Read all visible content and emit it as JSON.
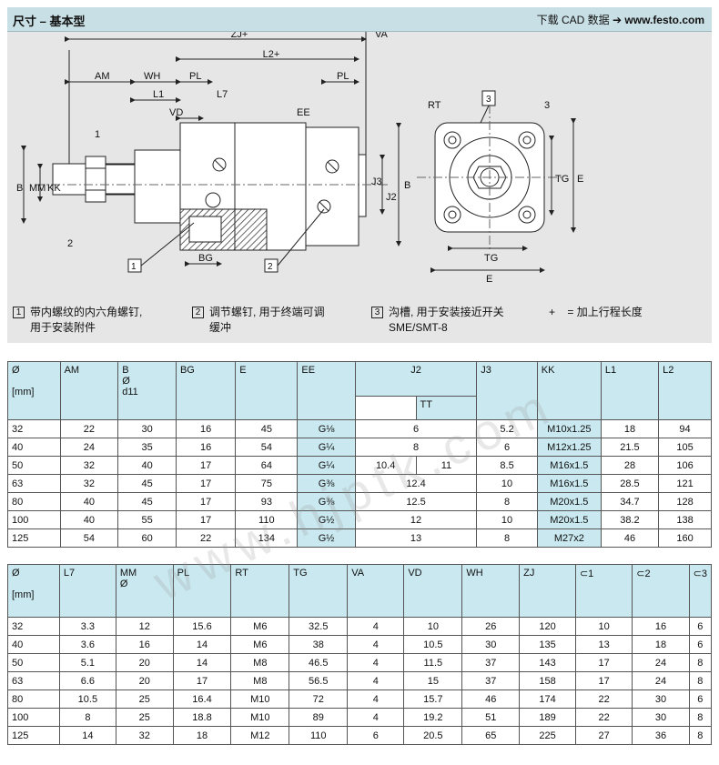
{
  "header": {
    "title": "尺寸 – 基本型",
    "cad_text": "下载 CAD 数据",
    "cad_arrow": "➔",
    "cad_url": "www.festo.com"
  },
  "drawing": {
    "dims": {
      "zj": "ZJ+",
      "va": "VA",
      "l2": "L2+",
      "am": "AM",
      "wh": "WH",
      "pl_left": "PL",
      "pl_right": "PL",
      "l1": "L1",
      "l7": "L7",
      "vd": "VD",
      "ee": "EE",
      "b_left": "B",
      "mm": "MM",
      "kk": "KK",
      "j3": "J3",
      "j2": "J2",
      "b_right": "B",
      "bg": "BG",
      "wrench1": "1",
      "wrench2": "2",
      "rt": "RT",
      "slot": "3",
      "wrench3": "3",
      "tg_right": "TG",
      "e_right": "E",
      "tg_bottom": "TG",
      "e_bottom": "E",
      "callout1": "1",
      "callout2": "2"
    }
  },
  "legend": [
    {
      "num": "1",
      "line1": "带内螺纹的内六角螺钉,",
      "line2": "用于安装附件"
    },
    {
      "num": "2",
      "line1": "调节螺钉, 用于终端可调",
      "line2": "缓冲"
    },
    {
      "num": "3",
      "line1": "沟槽, 用于安装接近开关",
      "line2": "SME/SMT-8"
    }
  ],
  "legend_plus": {
    "sign": "+",
    "text": "= 加上行程长度"
  },
  "table1": {
    "headers": {
      "dia": "Ø",
      "unit": "[mm]",
      "am": "AM",
      "b": "B",
      "b_sub1": "Ø",
      "b_sub2": "d11",
      "bg": "BG",
      "e": "E",
      "ee": "EE",
      "j2": "J2",
      "tt": "TT",
      "j3": "J3",
      "kk": "KK",
      "l1": "L1",
      "l2": "L2"
    },
    "rows": [
      {
        "dia": "32",
        "am": "22",
        "b": "30",
        "bg": "16",
        "e": "45",
        "ee": "G⅛",
        "j2a": "6",
        "j2b": "",
        "j3": "5.2",
        "kk": "M10x1.25",
        "l1": "18",
        "l2": "94"
      },
      {
        "dia": "40",
        "am": "24",
        "b": "35",
        "bg": "16",
        "e": "54",
        "ee": "G¼",
        "j2a": "8",
        "j2b": "",
        "j3": "6",
        "kk": "M12x1.25",
        "l1": "21.5",
        "l2": "105"
      },
      {
        "dia": "50",
        "am": "32",
        "b": "40",
        "bg": "17",
        "e": "64",
        "ee": "G¼",
        "j2a": "10.4",
        "j2b": "11",
        "j3": "8.5",
        "kk": "M16x1.5",
        "l1": "28",
        "l2": "106"
      },
      {
        "dia": "63",
        "am": "32",
        "b": "45",
        "bg": "17",
        "e": "75",
        "ee": "G⅜",
        "j2a": "12.4",
        "j2b": "",
        "j3": "10",
        "kk": "M16x1.5",
        "l1": "28.5",
        "l2": "121"
      },
      {
        "dia": "80",
        "am": "40",
        "b": "45",
        "bg": "17",
        "e": "93",
        "ee": "G⅜",
        "j2a": "12.5",
        "j2b": "",
        "j3": "8",
        "kk": "M20x1.5",
        "l1": "34.7",
        "l2": "128"
      },
      {
        "dia": "100",
        "am": "40",
        "b": "55",
        "bg": "17",
        "e": "110",
        "ee": "G½",
        "j2a": "12",
        "j2b": "",
        "j3": "10",
        "kk": "M20x1.5",
        "l1": "38.2",
        "l2": "138"
      },
      {
        "dia": "125",
        "am": "54",
        "b": "60",
        "bg": "22",
        "e": "134",
        "ee": "G½",
        "j2a": "13",
        "j2b": "",
        "j3": "8",
        "kk": "M27x2",
        "l1": "46",
        "l2": "160"
      }
    ]
  },
  "table2": {
    "headers": {
      "dia": "Ø",
      "unit": "[mm]",
      "l7": "L7",
      "mm": "MM",
      "mm_sub": "Ø",
      "pl": "PL",
      "rt": "RT",
      "tg": "TG",
      "va": "VA",
      "vd": "VD",
      "wh": "WH",
      "zj": "ZJ",
      "w1": "⊂1",
      "w2": "⊂2",
      "w3": "⊂3"
    },
    "rows": [
      {
        "dia": "32",
        "l7": "3.3",
        "mm": "12",
        "pl": "15.6",
        "rt": "M6",
        "tg": "32.5",
        "va": "4",
        "vd": "10",
        "wh": "26",
        "zj": "120",
        "w1": "10",
        "w2": "16",
        "w3": "6"
      },
      {
        "dia": "40",
        "l7": "3.6",
        "mm": "16",
        "pl": "14",
        "rt": "M6",
        "tg": "38",
        "va": "4",
        "vd": "10.5",
        "wh": "30",
        "zj": "135",
        "w1": "13",
        "w2": "18",
        "w3": "6"
      },
      {
        "dia": "50",
        "l7": "5.1",
        "mm": "20",
        "pl": "14",
        "rt": "M8",
        "tg": "46.5",
        "va": "4",
        "vd": "11.5",
        "wh": "37",
        "zj": "143",
        "w1": "17",
        "w2": "24",
        "w3": "8"
      },
      {
        "dia": "63",
        "l7": "6.6",
        "mm": "20",
        "pl": "17",
        "rt": "M8",
        "tg": "56.5",
        "va": "4",
        "vd": "15",
        "wh": "37",
        "zj": "158",
        "w1": "17",
        "w2": "24",
        "w3": "8"
      },
      {
        "dia": "80",
        "l7": "10.5",
        "mm": "25",
        "pl": "16.4",
        "rt": "M10",
        "tg": "72",
        "va": "4",
        "vd": "15.7",
        "wh": "46",
        "zj": "174",
        "w1": "22",
        "w2": "30",
        "w3": "6"
      },
      {
        "dia": "100",
        "l7": "8",
        "mm": "25",
        "pl": "18.8",
        "rt": "M10",
        "tg": "89",
        "va": "4",
        "vd": "19.2",
        "wh": "51",
        "zj": "189",
        "w1": "22",
        "w2": "30",
        "w3": "8"
      },
      {
        "dia": "125",
        "l7": "14",
        "mm": "32",
        "pl": "18",
        "rt": "M12",
        "tg": "110",
        "va": "6",
        "vd": "20.5",
        "wh": "65",
        "zj": "225",
        "w1": "27",
        "w2": "36",
        "w3": "8"
      }
    ]
  },
  "watermark": "www.hjptk.com"
}
